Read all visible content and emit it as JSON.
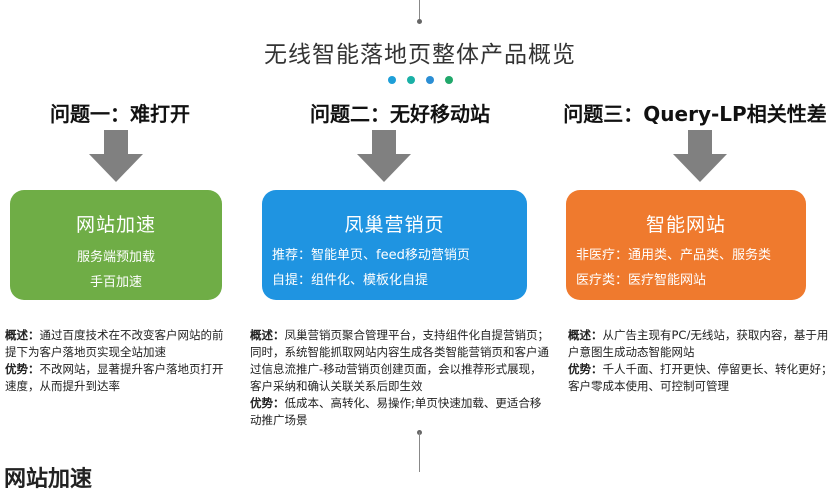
{
  "title": "无线智能落地页整体产品概览",
  "dot_colors": [
    "#1e9fd8",
    "#1ab0a6",
    "#2b8ed4",
    "#21a86b"
  ],
  "columns": [
    {
      "problem": "问题一：难打开",
      "box_color": "#6fad46",
      "box_title": "网站加速",
      "box_lines": [
        "服务端预加载",
        "手百加速"
      ],
      "overview_label": "概述：",
      "overview_text": "通过百度技术在不改变客户网站的前提下为客户落地页实现全站加速",
      "advantage_label": "优势：",
      "advantage_text": "不改网站，显著提升客户落地页打开速度，从而提升到达率"
    },
    {
      "problem": "问题二：无好移动站",
      "box_color": "#1f94e1",
      "box_title": "凤巢营销页",
      "box_lines": [
        "推荐：智能单页、feed移动营销页",
        "自提：组件化、模板化自提"
      ],
      "overview_label": "概述：",
      "overview_text": "凤巢营销页聚合管理平台，支持组件化自提营销页；同时，系统智能抓取网站内容生成各类智能营销页和客户通过信息流推广-移动营销页创建页面，会以推荐形式展现，客户采纳和确认关联关系后即生效",
      "advantage_label": "优势：",
      "advantage_text": "低成本、高转化、易操作;单页快速加载、更适合移动推广场景"
    },
    {
      "problem": "问题三：Query-LP相关性差",
      "box_color": "#ef7a2e",
      "box_title": "智能网站",
      "box_lines": [
        "非医疗：通用类、产品类、服务类",
        "医疗类：医疗智能网站"
      ],
      "overview_label": "概述：",
      "overview_text": "从广告主现有PC/无线站，获取内容，基于用户意图生成动态智能网站",
      "advantage_label": "优势：",
      "advantage_text": "千人千面、打开更快、停留更长、转化更好；客户零成本使用、可控制可管理"
    }
  ],
  "bottom_text": "网站加速"
}
